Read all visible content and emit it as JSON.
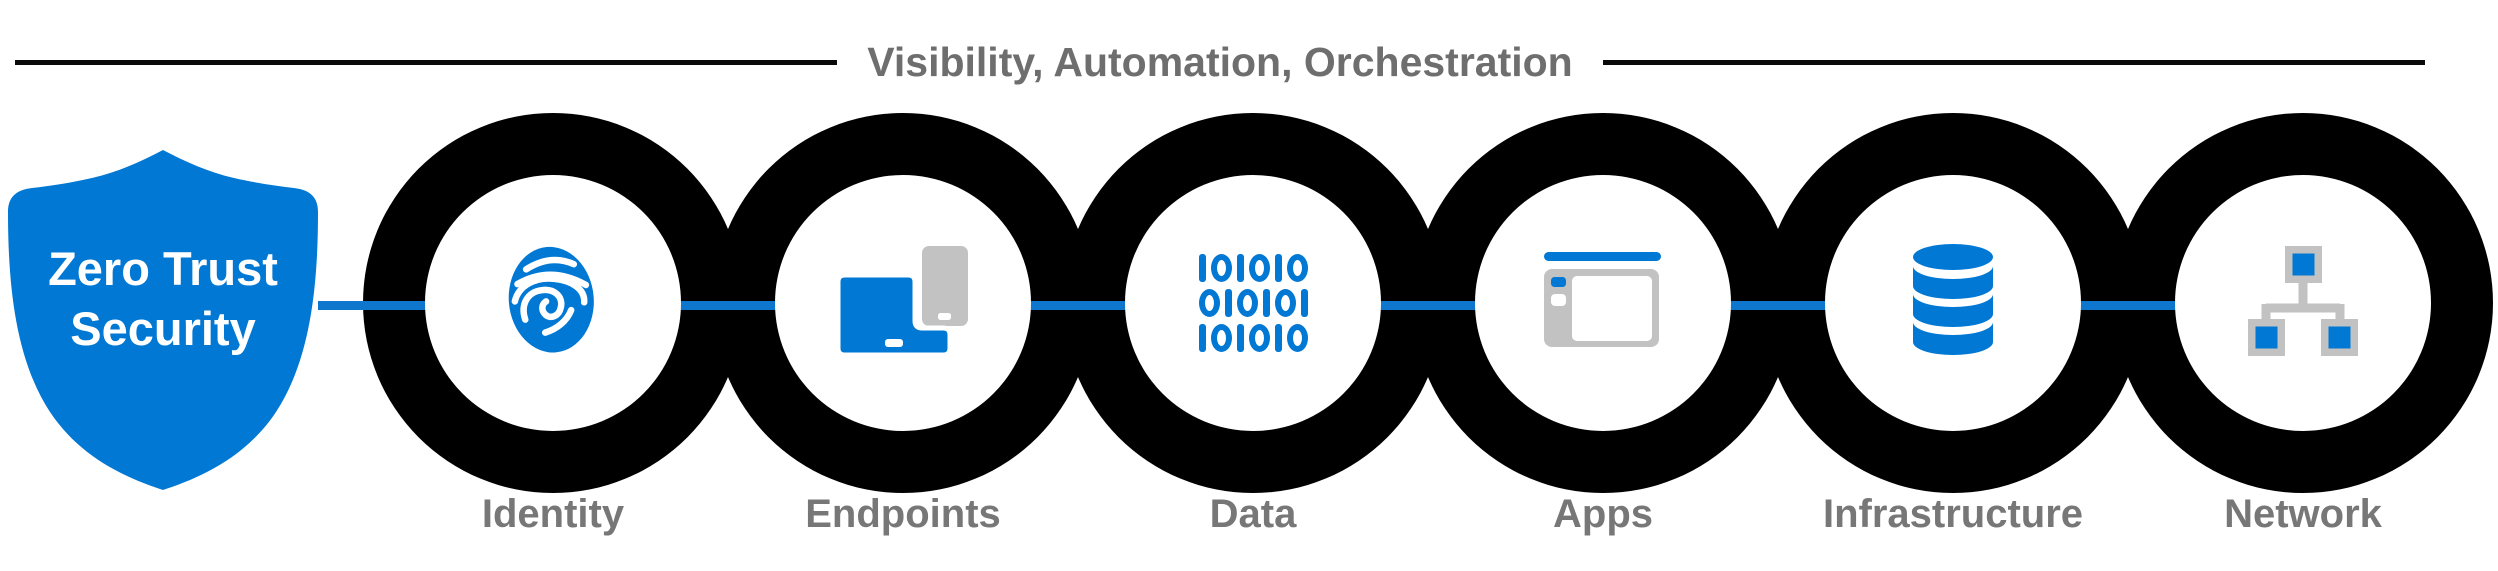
{
  "header": {
    "title": "Visibility, Automation, Orchestration"
  },
  "shield": {
    "title_line1": "Zero Trust",
    "title_line2": "Security"
  },
  "chain": {
    "nodes": [
      {
        "label": "Identity",
        "icon": "fingerprint-icon"
      },
      {
        "label": "Endpoints",
        "icon": "devices-icon"
      },
      {
        "label": "Data",
        "icon": "binary-icon",
        "binary_rows": [
          "101010",
          "010101",
          "101010"
        ]
      },
      {
        "label": "Apps",
        "icon": "app-window-icon"
      },
      {
        "label": "Infrastructure",
        "icon": "database-icon"
      },
      {
        "label": "Network",
        "icon": "network-tree-icon"
      }
    ]
  },
  "colors": {
    "accent_blue": "#0078D4",
    "connector_blue": "#0E76CC",
    "ring_black": "#000000",
    "title_gray": "#6E6E6E",
    "label_gray": "#777777",
    "icon_gray": "#C2C2C2",
    "background": "#FFFFFF"
  }
}
